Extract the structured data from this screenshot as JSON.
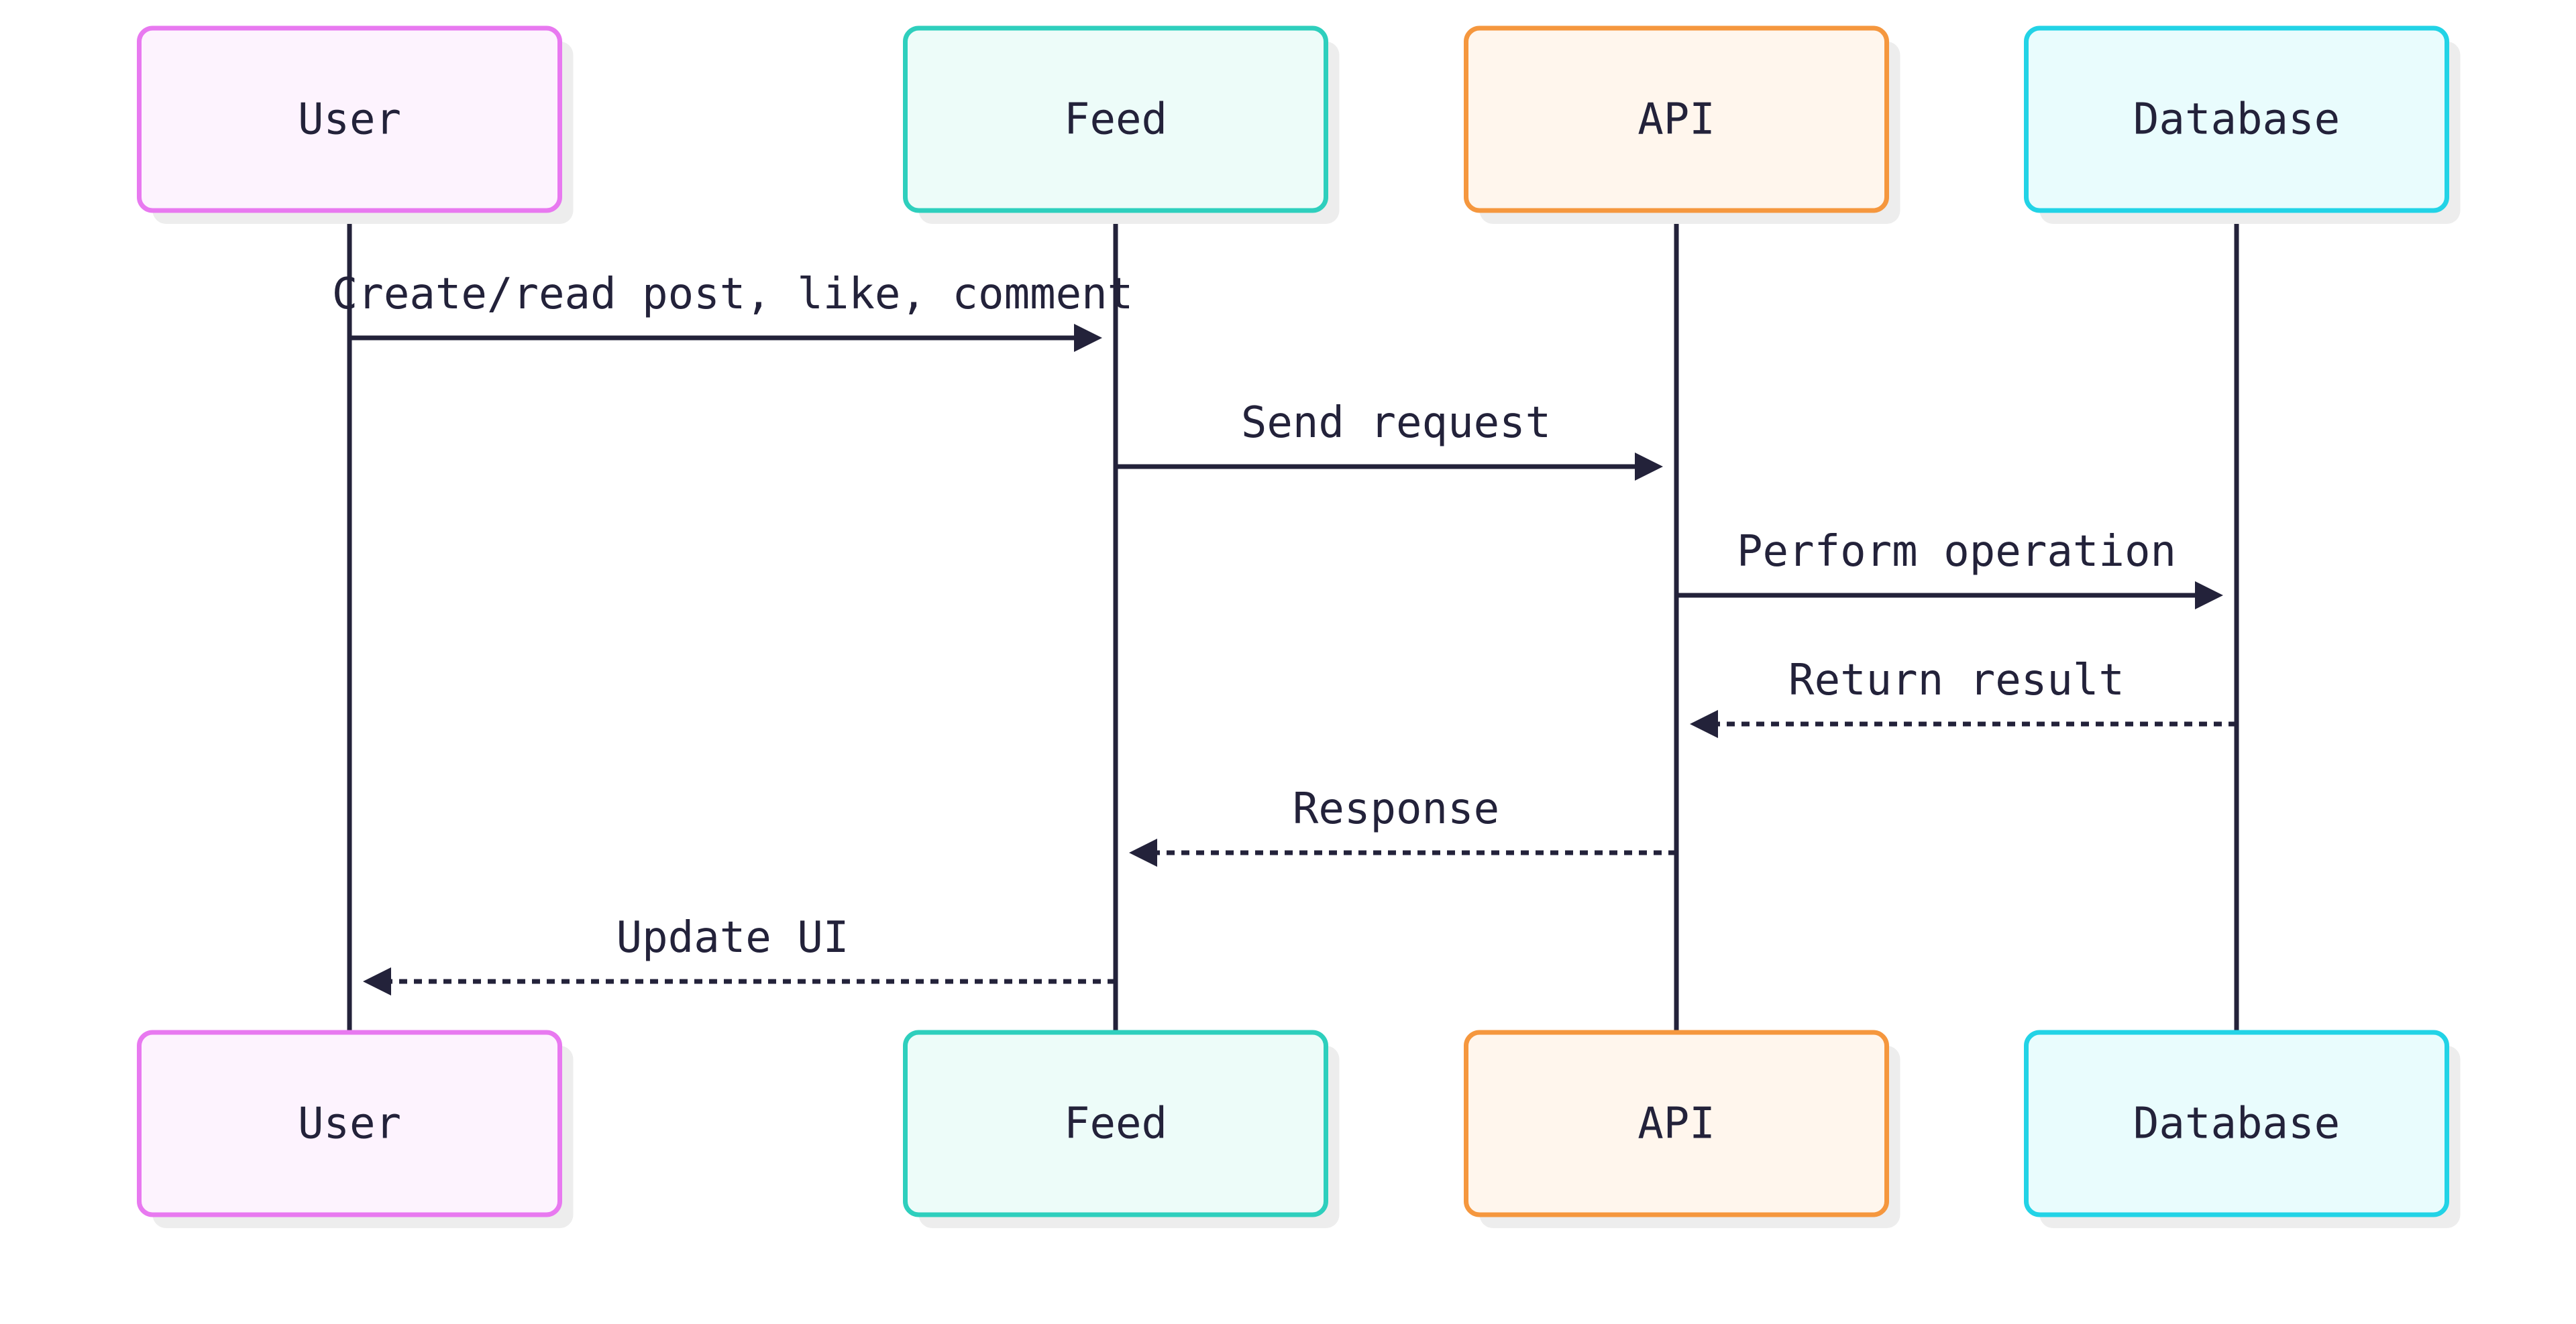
{
  "participants": [
    {
      "id": "user",
      "label": "User",
      "stroke": "#e879f0",
      "fill": "#fdf3fe"
    },
    {
      "id": "feed",
      "label": "Feed",
      "stroke": "#2ecfbd",
      "fill": "#edfcf9"
    },
    {
      "id": "api",
      "label": "API",
      "stroke": "#f5973e",
      "fill": "#fff6ed"
    },
    {
      "id": "database",
      "label": "Database",
      "stroke": "#22d3e6",
      "fill": "#e9fcfd"
    }
  ],
  "messages": [
    {
      "from": "user",
      "to": "feed",
      "label": "Create/read post, like, comment",
      "style": "solid"
    },
    {
      "from": "feed",
      "to": "api",
      "label": "Send request",
      "style": "solid"
    },
    {
      "from": "api",
      "to": "database",
      "label": "Perform operation",
      "style": "solid"
    },
    {
      "from": "database",
      "to": "api",
      "label": "Return result",
      "style": "dashed"
    },
    {
      "from": "api",
      "to": "feed",
      "label": "Response",
      "style": "dashed"
    },
    {
      "from": "feed",
      "to": "user",
      "label": "Update UI",
      "style": "dashed"
    }
  ]
}
